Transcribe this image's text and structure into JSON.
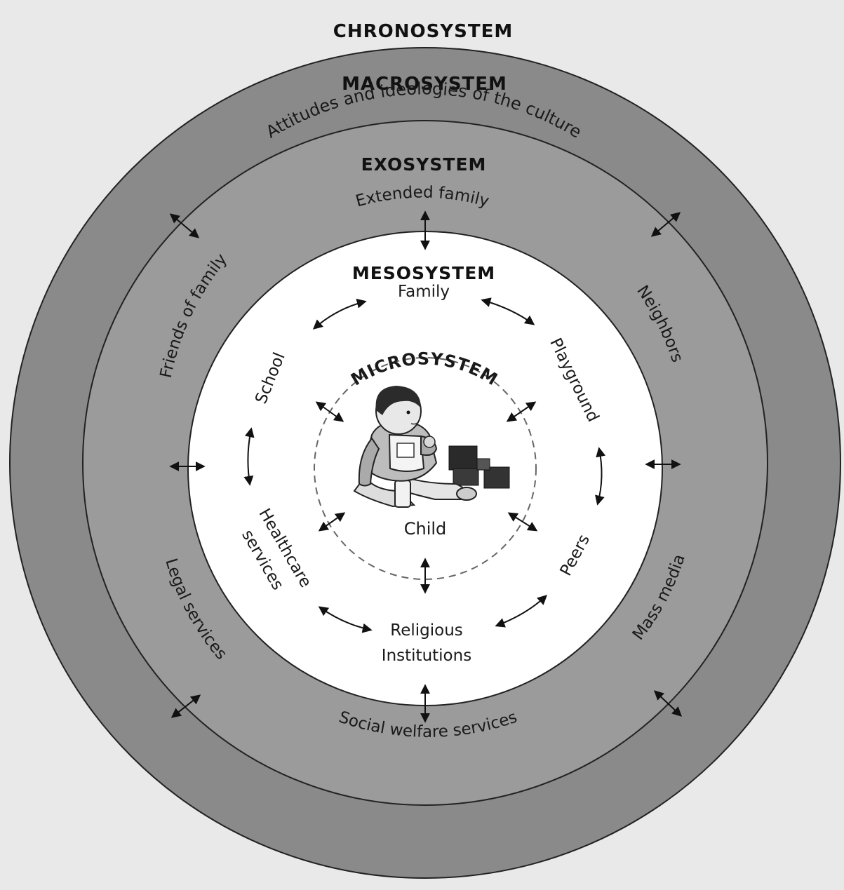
{
  "chronosystem": {
    "title": "CHRONOSYSTEM"
  },
  "macrosystem": {
    "title": "MACROSYSTEM",
    "subtitle": "Attitudes and ideologies of the culture"
  },
  "exosystem": {
    "title": "EXOSYSTEM",
    "items": {
      "extended_family": "Extended family",
      "friends_of_family": "Friends of family",
      "neighbors": "Neighbors",
      "legal_services": "Legal services",
      "mass_media": "Mass media",
      "social_welfare": "Social welfare services"
    }
  },
  "mesosystem": {
    "title": "MESOSYSTEM",
    "items": {
      "family": "Family",
      "school": "School",
      "playground": "Playground",
      "healthcare_1": "Healthcare",
      "healthcare_2": "services",
      "peers": "Peers",
      "religious_1": "Religious",
      "religious_2": "Institutions"
    }
  },
  "microsystem": {
    "title": "MICROSYSTEM",
    "center": "Child"
  },
  "colors": {
    "background": "#e9e9e9",
    "macro_ring": "#8a8a8a",
    "exo_ring": "#9b9b9b",
    "meso_disc": "#ffffff",
    "outline": "#222222"
  },
  "icons": {
    "center_image": "seated-child-with-blocks-icon"
  }
}
